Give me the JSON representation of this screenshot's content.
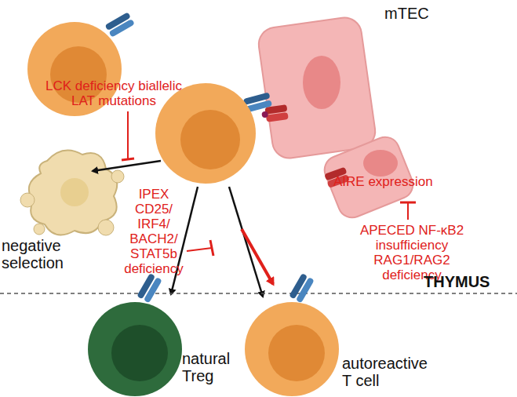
{
  "diagram": {
    "nodes": [
      {
        "text": [
          "mTEC",
          "AIRE expression"
        ]
      },
      {
        "text": [
          "negative selection"
        ]
      },
      {
        "text": [
          "natural Treg"
        ]
      },
      {
        "text": [
          "autoreactive T cell"
        ]
      }
    ],
    "labels": [
      "LCK deficiency biallelic LAT mutations",
      "APECED NF-κB2 insufficiency RAG1/RAG2 deficiency",
      "IPEX CD25/ IRF4/ BACH2/ STAT5b deficiency",
      "THYMUS"
    ]
  }
}
